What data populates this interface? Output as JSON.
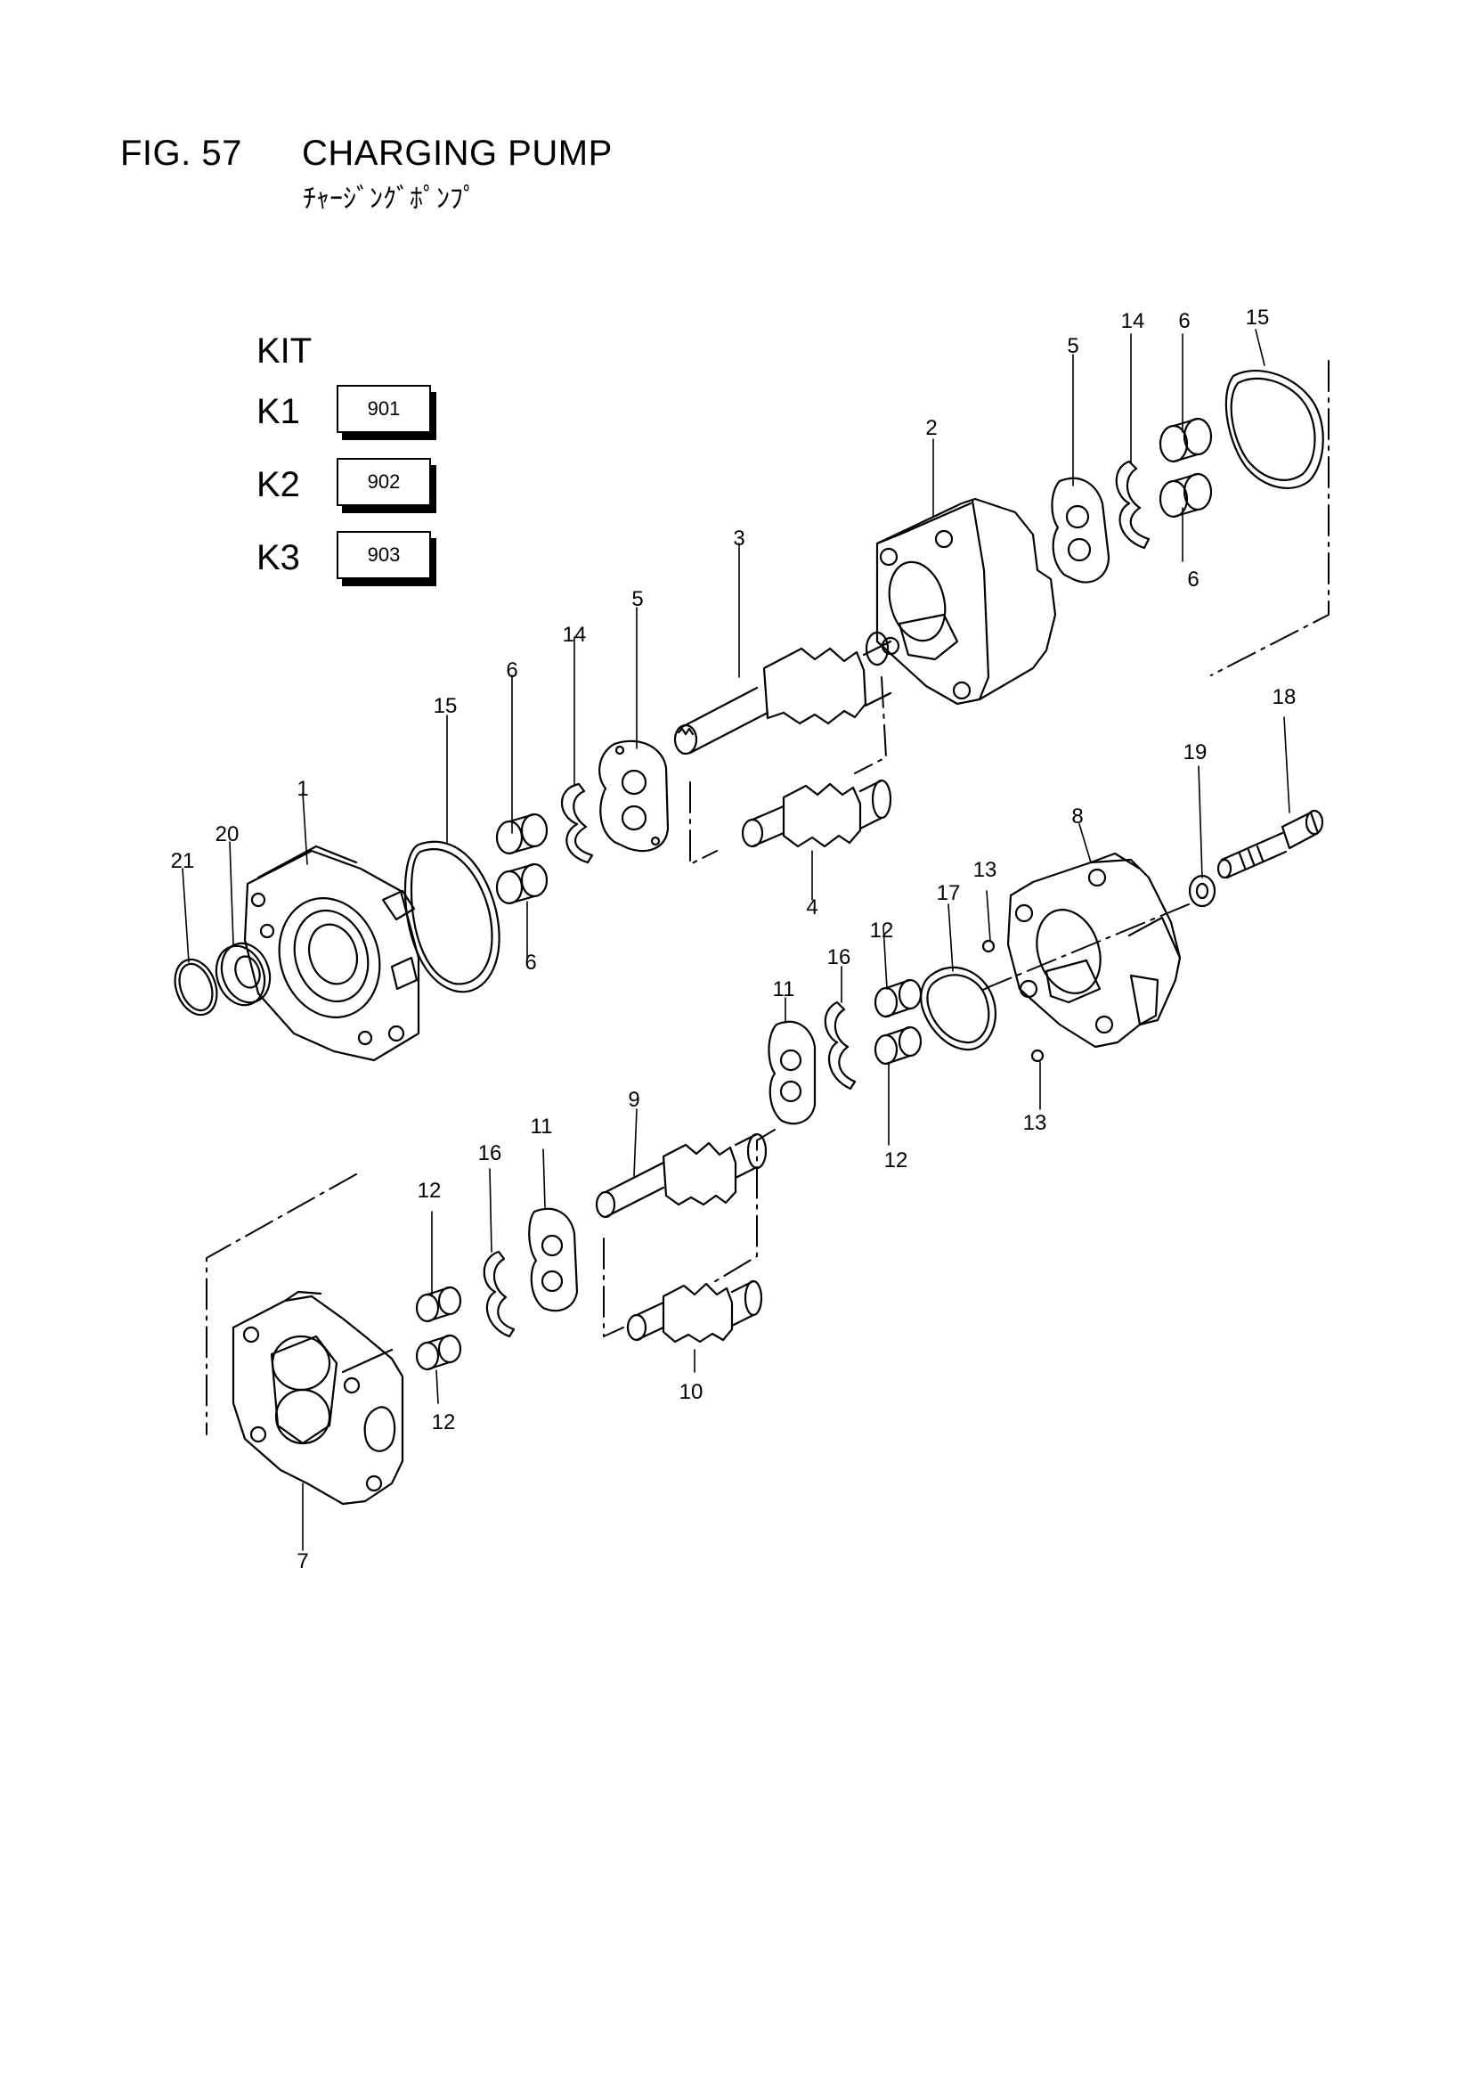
{
  "figure": {
    "number": "FIG. 57",
    "title": "CHARGING PUMP",
    "subtitle_jp": "ﾁｬｰｼﾞﾝｸﾞﾎﾟﾝﾌﾟ"
  },
  "kit": {
    "heading": "KIT",
    "items": [
      {
        "id": "K1",
        "code": "901"
      },
      {
        "id": "K2",
        "code": "902"
      },
      {
        "id": "K3",
        "code": "903"
      }
    ]
  },
  "callouts": [
    "1",
    "2",
    "3",
    "4",
    "5",
    "5",
    "6",
    "6",
    "6",
    "6",
    "7",
    "8",
    "9",
    "10",
    "11",
    "11",
    "12",
    "12",
    "12",
    "12",
    "13",
    "13",
    "14",
    "14",
    "15",
    "15",
    "16",
    "16",
    "17",
    "18",
    "19",
    "20",
    "21"
  ]
}
